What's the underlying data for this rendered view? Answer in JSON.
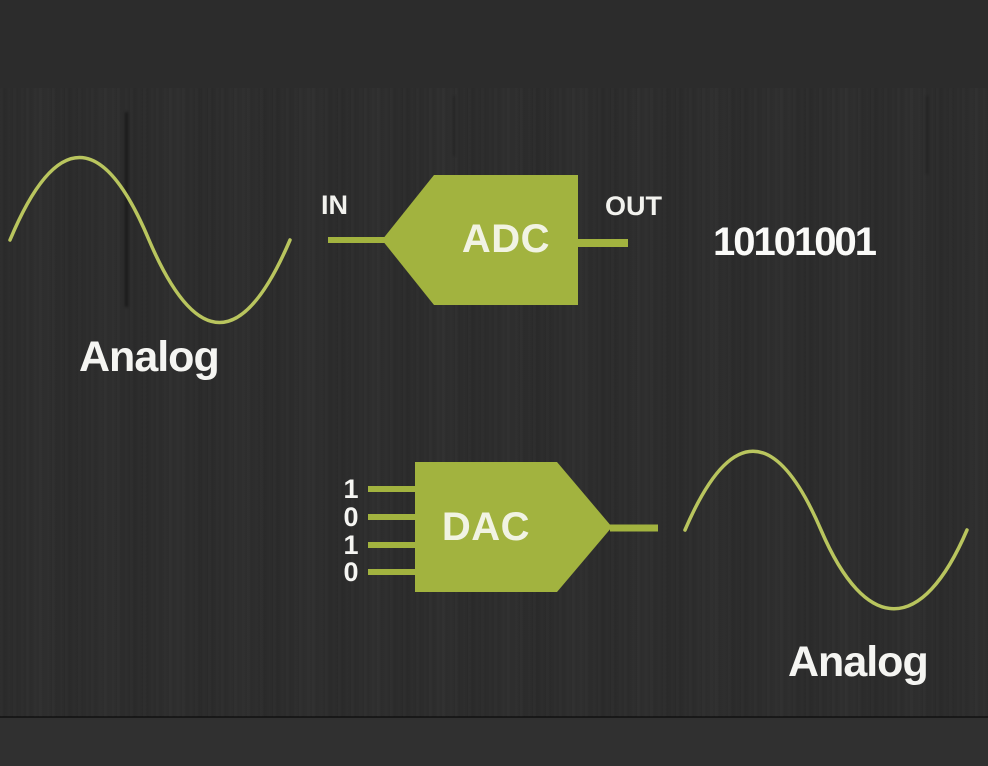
{
  "colors": {
    "background": "#2c2c2c",
    "shape_green": "#a2b33f",
    "wave_green": "#b9c55e",
    "label_white": "#f2f2ee"
  },
  "adc": {
    "label": "ADC",
    "in_label": "IN",
    "out_label": "OUT",
    "digital_output": "10101001",
    "analog_input_label": "Analog"
  },
  "dac": {
    "label": "DAC",
    "input_bits": [
      "1",
      "0",
      "1",
      "0"
    ],
    "analog_output_label": "Analog"
  }
}
